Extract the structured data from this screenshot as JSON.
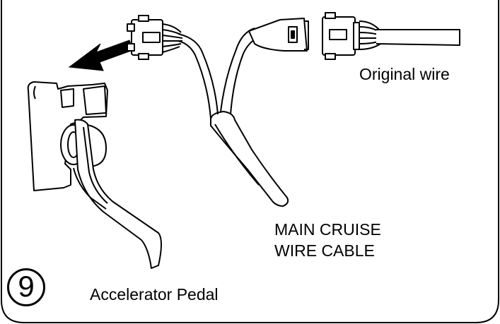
{
  "labels": {
    "original_wire": "Original wire",
    "main_cruise_line1": "MAIN CRUISE",
    "main_cruise_line2": "WIRE CABLE",
    "accelerator_pedal": "Accelerator Pedal"
  },
  "step": {
    "number": "9"
  },
  "colors": {
    "line": "#000000",
    "background": "#ffffff",
    "arrow": "#000000"
  }
}
